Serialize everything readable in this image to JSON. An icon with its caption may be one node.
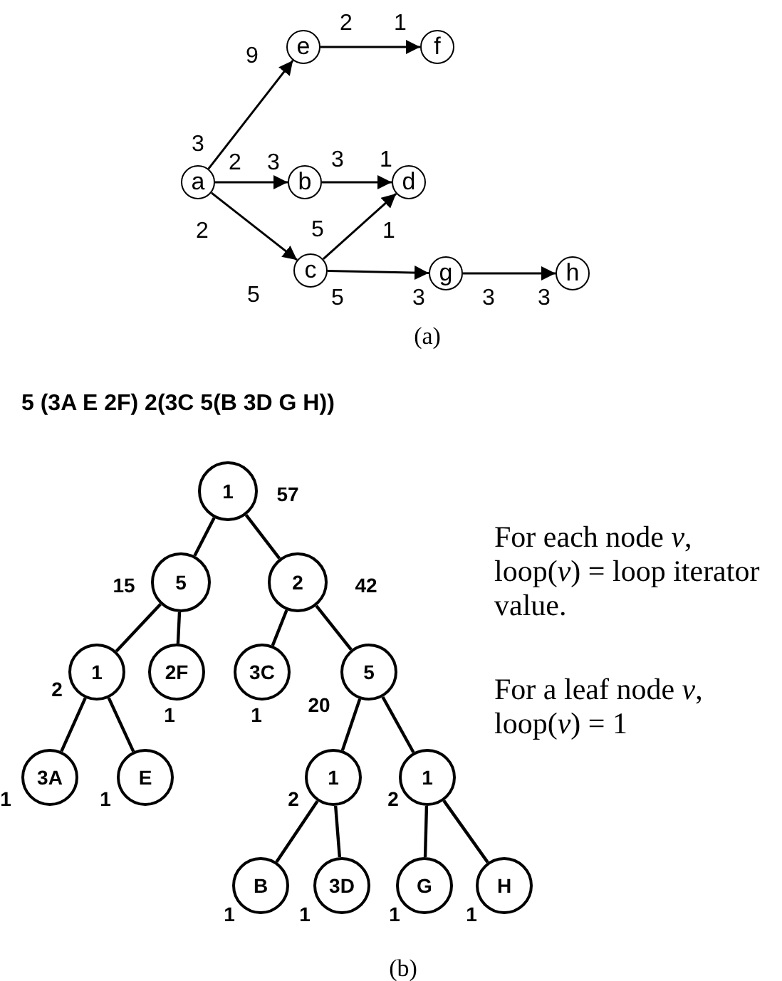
{
  "diagram": {
    "nodes": [
      {
        "text": [
          "a"
        ]
      },
      {
        "text": [
          "e"
        ]
      },
      {
        "text": [
          "f"
        ]
      },
      {
        "text": [
          "b"
        ]
      },
      {
        "text": [
          "d"
        ]
      },
      {
        "text": [
          "c"
        ]
      },
      {
        "text": [
          "g"
        ]
      },
      {
        "text": [
          "h"
        ]
      },
      {
        "text": [
          "1"
        ],
        "beside": [
          "57"
        ]
      },
      {
        "text": [
          "5"
        ],
        "beside": [
          "15"
        ]
      },
      {
        "text": [
          "2"
        ],
        "beside": [
          "42"
        ]
      },
      {
        "text": [
          "1"
        ],
        "beside": [
          "2"
        ]
      },
      {
        "text": [
          "2F"
        ],
        "beside": [
          "1"
        ]
      },
      {
        "text": [
          "3C"
        ],
        "beside": [
          "1"
        ]
      },
      {
        "text": [
          "5"
        ],
        "beside": [
          "20"
        ]
      },
      {
        "text": [
          "3A"
        ],
        "beside": [
          "1"
        ]
      },
      {
        "text": [
          "E"
        ],
        "beside": [
          "1"
        ]
      },
      {
        "text": [
          "1"
        ],
        "beside": [
          "2"
        ]
      },
      {
        "text": [
          "1"
        ],
        "beside": [
          "2"
        ]
      },
      {
        "text": [
          "B"
        ],
        "beside": [
          "1"
        ]
      },
      {
        "text": [
          "3D"
        ],
        "beside": [
          "1"
        ]
      },
      {
        "text": [
          "G"
        ],
        "beside": [
          "1"
        ]
      },
      {
        "text": [
          "H"
        ],
        "beside": [
          "1"
        ]
      }
    ],
    "edges": [
      {
        "from": 0,
        "to": 1,
        "arrow": "to"
      },
      {
        "from": 1,
        "to": 2,
        "arrow": "to"
      },
      {
        "from": 0,
        "to": 3,
        "arrow": "to"
      },
      {
        "from": 3,
        "to": 4,
        "arrow": "to"
      },
      {
        "from": 0,
        "to": 5,
        "arrow": "to"
      },
      {
        "from": 5,
        "to": 4,
        "arrow": "to"
      },
      {
        "from": 5,
        "to": 6,
        "arrow": "to"
      },
      {
        "from": 6,
        "to": 7,
        "arrow": "to"
      },
      {
        "from": 8,
        "to": 9,
        "arrow": "none"
      },
      {
        "from": 8,
        "to": 10,
        "arrow": "none"
      },
      {
        "from": 9,
        "to": 11,
        "arrow": "none"
      },
      {
        "from": 9,
        "to": 12,
        "arrow": "none"
      },
      {
        "from": 10,
        "to": 13,
        "arrow": "none"
      },
      {
        "from": 10,
        "to": 14,
        "arrow": "none"
      },
      {
        "from": 11,
        "to": 15,
        "arrow": "none"
      },
      {
        "from": 11,
        "to": 16,
        "arrow": "none"
      },
      {
        "from": 14,
        "to": 17,
        "arrow": "none"
      },
      {
        "from": 14,
        "to": 18,
        "arrow": "none"
      },
      {
        "from": 17,
        "to": 19,
        "arrow": "none"
      },
      {
        "from": 17,
        "to": 20,
        "arrow": "none"
      },
      {
        "from": 18,
        "to": 21,
        "arrow": "none"
      },
      {
        "from": 18,
        "to": 22,
        "arrow": "none"
      }
    ],
    "labels": [
      "2",
      "1",
      "9",
      "3",
      "2",
      "3",
      "3",
      "1",
      "2",
      "5",
      "1",
      "5",
      "5",
      "3",
      "3",
      "3",
      "(a)",
      "5 (3A E 2F) 2(3C 5(B 3D G H))",
      "For each node *v*, loop(*v*) = loop iterator value.",
      "For a leaf node *v*, loop(*v*) = 1",
      "(b)"
    ]
  }
}
